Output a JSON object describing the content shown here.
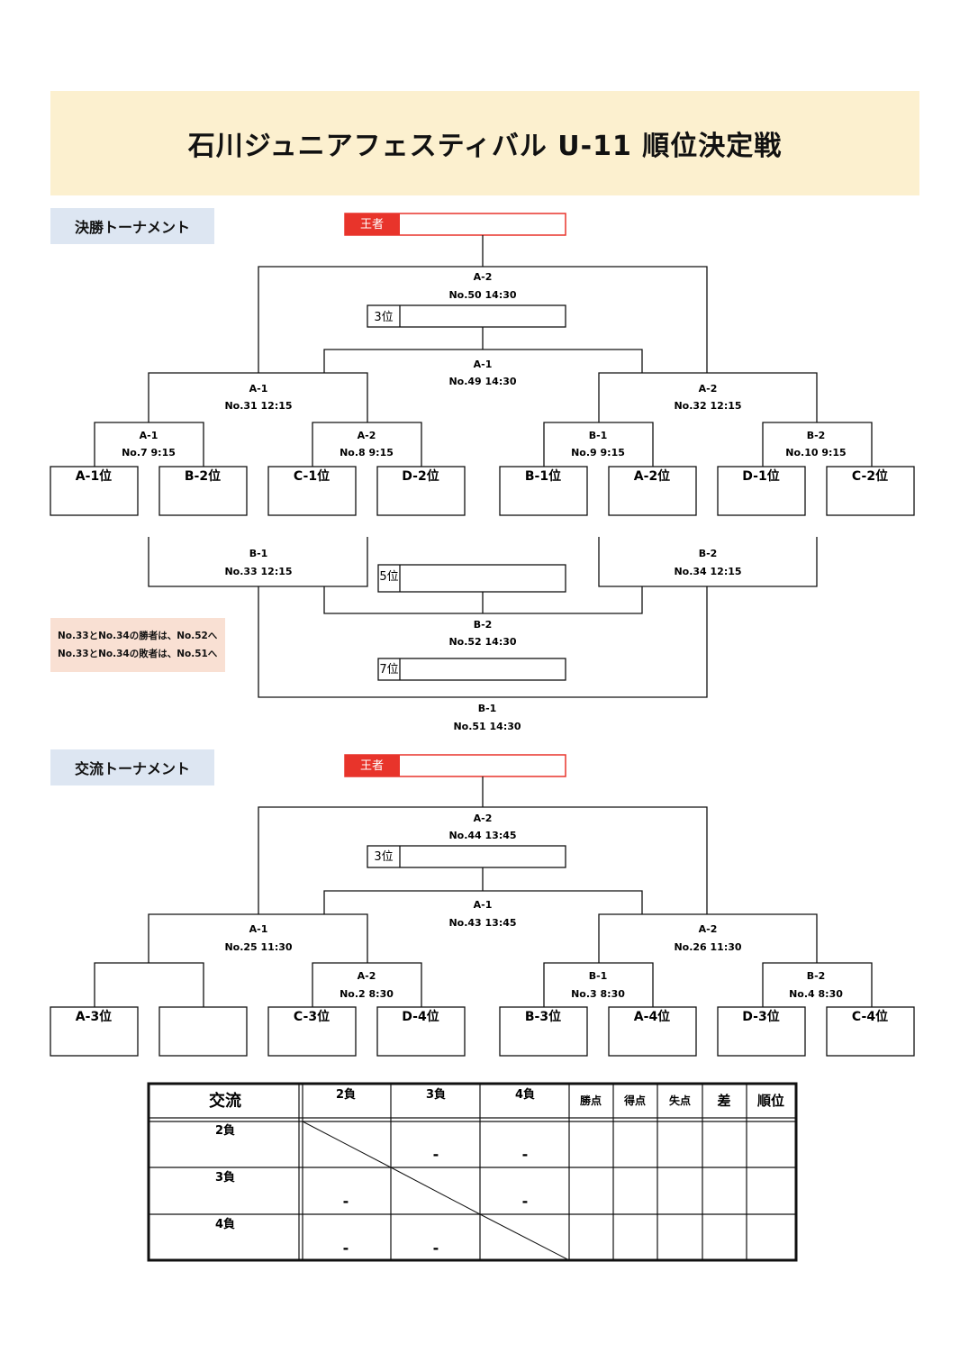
{
  "title": "石川ジュニアフェスティバル U-11 順位決定戦",
  "final": {
    "label": "決勝トーナメント",
    "champion_label": "王者",
    "third_label": "3位",
    "fifth_label": "5位",
    "seventh_label": "7位",
    "teams": [
      "A-1位",
      "B-2位",
      "C-1位",
      "D-2位",
      "B-1位",
      "A-2位",
      "D-1位",
      "C-2位"
    ],
    "matches": {
      "m7": {
        "court": "A-1",
        "game": "No.7 9:15"
      },
      "m8": {
        "court": "A-2",
        "game": "No.8 9:15"
      },
      "m9": {
        "court": "B-1",
        "game": "No.9 9:15"
      },
      "m10": {
        "court": "B-2",
        "game": "No.10 9:15"
      },
      "m31": {
        "court": "A-1",
        "game": "No.31 12:15"
      },
      "m32": {
        "court": "A-2",
        "game": "No.32 12:15"
      },
      "m49": {
        "court": "A-1",
        "game": "No.49 14:30"
      },
      "m50": {
        "court": "A-2",
        "game": "No.50 14:30"
      },
      "m33": {
        "court": "B-1",
        "game": "No.33 12:15"
      },
      "m34": {
        "court": "B-2",
        "game": "No.34 12:15"
      },
      "m52": {
        "court": "B-2",
        "game": "No.52 14:30"
      },
      "m51": {
        "court": "B-1",
        "game": "No.51 14:30"
      }
    },
    "note_lines": [
      "No.33とNo.34の勝者は、No.52へ",
      "No.33とNo.34の敗者は、No.51へ"
    ]
  },
  "exchange": {
    "label": "交流トーナメント",
    "champion_label": "王者",
    "third_label": "3位",
    "teams": [
      "A-3位",
      "",
      "C-3位",
      "D-4位",
      "B-3位",
      "A-4位",
      "D-3位",
      "C-4位"
    ],
    "matches": {
      "m2": {
        "court": "A-2",
        "game": "No.2 8:30"
      },
      "m3": {
        "court": "B-1",
        "game": "No.3 8:30"
      },
      "m4": {
        "court": "B-2",
        "game": "No.4 8:30"
      },
      "m25": {
        "court": "A-1",
        "game": "No.25 11:30"
      },
      "m26": {
        "court": "A-2",
        "game": "No.26 11:30"
      },
      "m43": {
        "court": "A-1",
        "game": "No.43 13:45"
      },
      "m44": {
        "court": "A-2",
        "game": "No.44 13:45"
      }
    }
  },
  "league_table": {
    "corner": "交流",
    "col_headers": [
      "2負",
      "3負",
      "4負",
      "勝点",
      "得点",
      "失点",
      "差",
      "順位"
    ],
    "row_headers": [
      "2負",
      "3負",
      "4負"
    ],
    "dash": "-"
  },
  "colors": {
    "banner": "#fcf0cf",
    "section": "#dde6f2",
    "note": "#f9e0d3",
    "champion": "#e8342b"
  }
}
